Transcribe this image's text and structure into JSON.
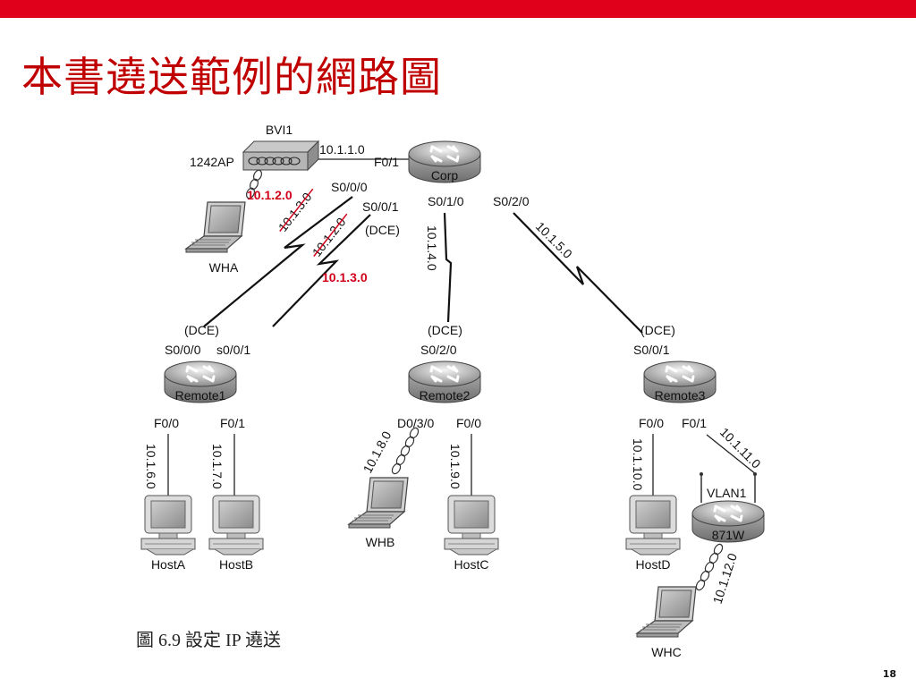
{
  "title": "本書遶送範例的網路圖",
  "page_number": "18",
  "caption": "圖 6.9 設定 IP 遶送",
  "routers": {
    "corp": "Corp",
    "remote1": "Remote1",
    "remote2": "Remote2",
    "remote3": "Remote3",
    "r871w": "871W"
  },
  "ap": {
    "name": "1242AP",
    "bvi": "BVI1"
  },
  "hosts": {
    "wha": "WHA",
    "whb": "WHB",
    "whc": "WHC",
    "hosta": "HostA",
    "hostb": "HostB",
    "hostc": "HostC",
    "hostd": "HostD"
  },
  "interfaces": {
    "corp_f01": "F0/1",
    "corp_s000": "S0/0/0",
    "corp_s001": "S0/0/1",
    "corp_dce": "(DCE)",
    "corp_s010": "S0/1/0",
    "corp_s020": "S0/2/0",
    "r1_dce": "(DCE)",
    "r1_s000": "S0/0/0",
    "r1_s001": "s0/0/1",
    "r1_f00": "F0/0",
    "r1_f01": "F0/1",
    "r2_dce": "(DCE)",
    "r2_s020": "S0/2/0",
    "r2_d030": "D0/3/0",
    "r2_f00": "F0/0",
    "r3_dce": "(DCE)",
    "r3_s001": "S0/0/1",
    "r3_f00": "F0/0",
    "r3_f01": "F0/1",
    "vlan1": "VLAN1"
  },
  "networks": {
    "n_1_1": "10.1.1.0",
    "n_1_3_struck": "10.1.3.0",
    "n_1_2_struck": "10.1.2.0",
    "n_1_4": "10.1.4.0",
    "n_1_5": "10.1.5.0",
    "n_1_6": "10.1.6.0",
    "n_1_7": "10.1.7.0",
    "n_1_8": "10.1.8.0",
    "n_1_9": "10.1.9.0",
    "n_1_10": "10.1.10.0",
    "n_1_11": "10.1.11.0",
    "n_1_12": "10.1.12.0"
  },
  "corrections": {
    "red_2": "10.1.2.0",
    "red_3": "10.1.3.0"
  },
  "colors": {
    "accent": "#e0001b",
    "title": "#c00000",
    "correction": "#d0001a"
  }
}
